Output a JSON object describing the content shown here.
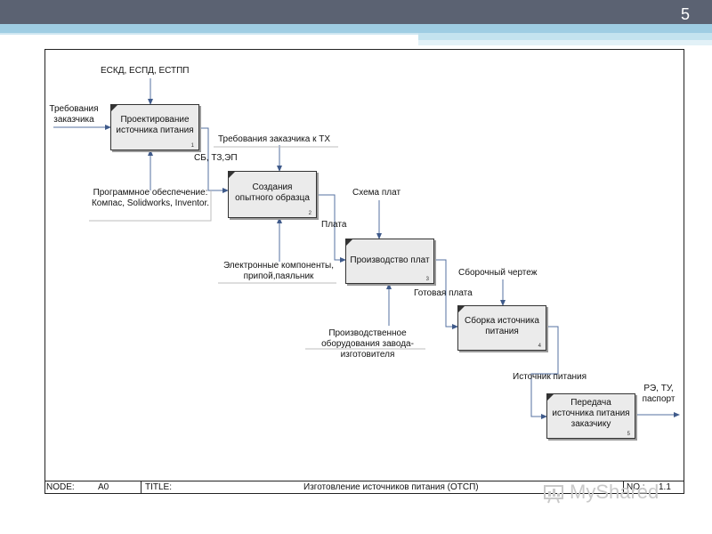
{
  "slide_number": "5",
  "diagram": {
    "blocks": [
      {
        "title": "Проектирование источника питания",
        "num": "1"
      },
      {
        "title": "Создания опытного образца",
        "num": "2"
      },
      {
        "title": "Производство плат",
        "num": "3"
      },
      {
        "title": "Сборка источника питания",
        "num": "4"
      },
      {
        "title": "Передача источника питания заказчику",
        "num": "5"
      }
    ],
    "labels": {
      "control1": "ЕСКД, ЕСПД, ЕСТПП",
      "input1": "Требования заказчика",
      "mech1": "Программное обеспечение: Компас, Solidworks, Inventor.",
      "control2": "Требования заказчика к ТХ",
      "output1": "СБ, ТЗ,ЭП",
      "mech2": "Электронные компоненты, припой,паяльник",
      "control3": "Схема плат",
      "output2": "Плата",
      "control4": "Сборочный чертеж",
      "output3": "Готовая плата",
      "mech3": "Производственное оборудования завода-изготовителя",
      "output4": "Источник питания",
      "output5": "РЭ, ТУ, паспорт"
    }
  },
  "footer": {
    "node_label": "NODE:",
    "node_value": "A0",
    "title_label": "TITLE:",
    "title_value": "Изготовление источников питания (ОТСП)",
    "no_label": "NO.:",
    "no_value": "1.1"
  },
  "watermark": "MyShared"
}
